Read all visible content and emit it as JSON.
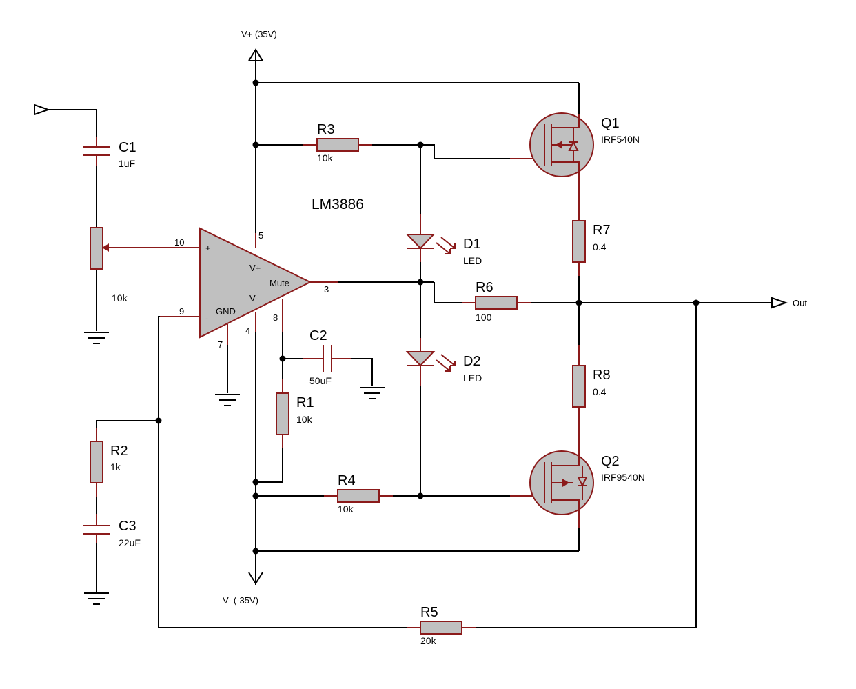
{
  "rails": {
    "vplus": "V+ (35V)",
    "vminus": "V- (-35V)"
  },
  "ic": {
    "name": "LM3886",
    "pins": {
      "p10": "10",
      "p9": "9",
      "p5": "5",
      "p3": "3",
      "p8": "8",
      "p4": "4",
      "p7": "7"
    },
    "labels": {
      "plus": "+",
      "minus": "-",
      "vplus": "V+",
      "vminus": "V-",
      "mute": "Mute",
      "gnd": "GND"
    }
  },
  "output_terminal": "Out",
  "components": {
    "c1": {
      "ref": "C1",
      "value": "1uF"
    },
    "pot": {
      "value": "10k"
    },
    "r1": {
      "ref": "R1",
      "value": "10k"
    },
    "r2": {
      "ref": "R2",
      "value": "1k"
    },
    "c3": {
      "ref": "C3",
      "value": "22uF"
    },
    "c2": {
      "ref": "C2",
      "value": "50uF"
    },
    "r3": {
      "ref": "R3",
      "value": "10k"
    },
    "r4": {
      "ref": "R4",
      "value": "10k"
    },
    "r5": {
      "ref": "R5",
      "value": "20k"
    },
    "r6": {
      "ref": "R6",
      "value": "100"
    },
    "r7": {
      "ref": "R7",
      "value": "0.4"
    },
    "r8": {
      "ref": "R8",
      "value": "0.4"
    },
    "d1": {
      "ref": "D1",
      "value": "LED"
    },
    "d2": {
      "ref": "D2",
      "value": "LED"
    },
    "q1": {
      "ref": "Q1",
      "value": "IRF540N"
    },
    "q2": {
      "ref": "Q2",
      "value": "IRF9540N"
    }
  }
}
